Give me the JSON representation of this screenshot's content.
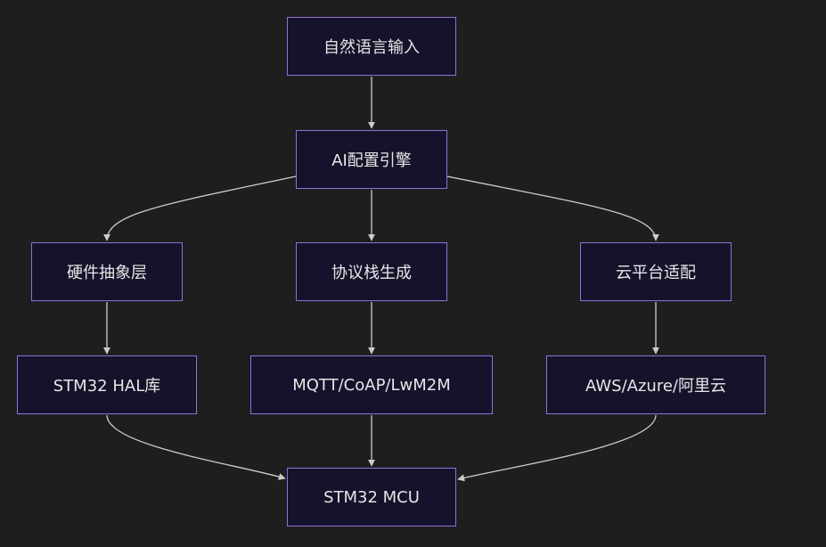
{
  "nodes": {
    "input": "自然语言输入",
    "ai_engine": "AI配置引擎",
    "hal": "硬件抽象层",
    "protocol": "协议栈生成",
    "cloud": "云平台适配",
    "stm32_hal": "STM32 HAL库",
    "mqtt": "MQTT/CoAP/LwM2M",
    "aws": "AWS/Azure/阿里云",
    "mcu": "STM32 MCU"
  },
  "colors": {
    "background": "#1e1e1e",
    "node_fill": "#14132b",
    "node_border": "#9370db",
    "edge": "#cccccc",
    "text": "#e6e6e6"
  }
}
